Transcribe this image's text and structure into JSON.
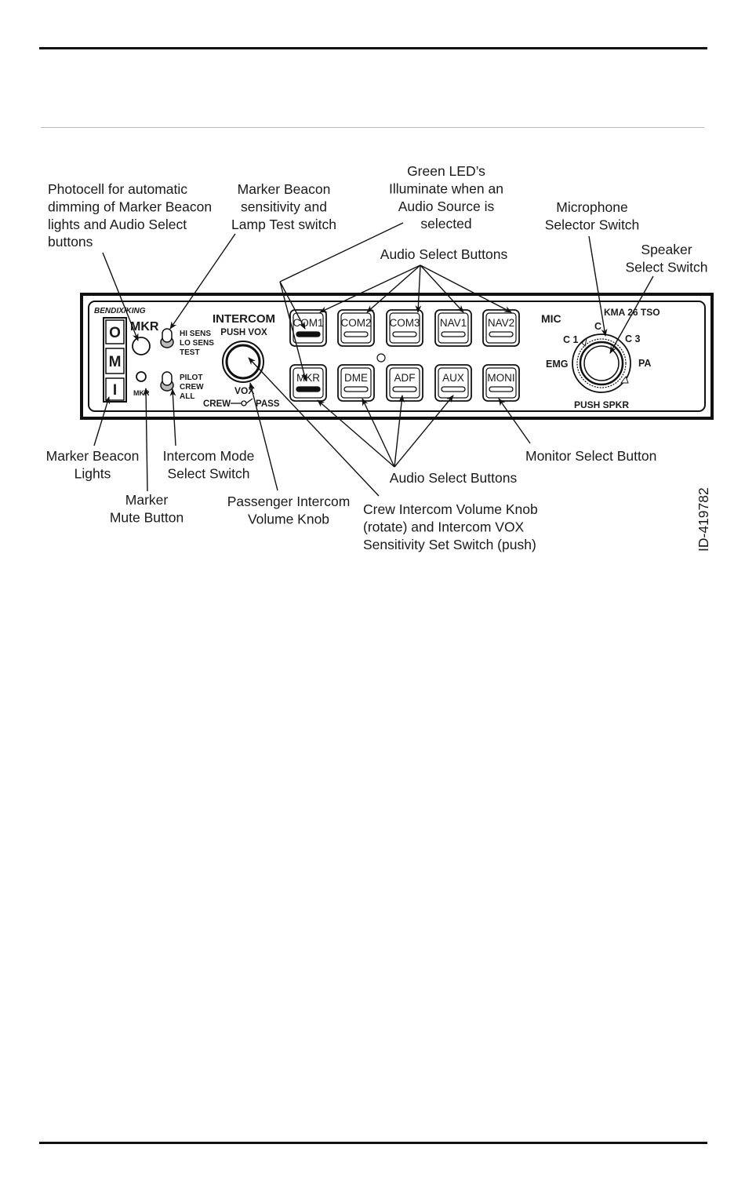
{
  "document": {
    "figure_id": "ID-419782"
  },
  "panel": {
    "brand": "BENDIX/KING",
    "model": "KMA 26 TSO",
    "marker_lights": [
      "O",
      "M",
      "I"
    ],
    "mkr_photocell_label": "MKR",
    "mkr_mute_label": "MKR",
    "sens_switch_positions": [
      "HI SENS",
      "LO SENS",
      "TEST"
    ],
    "intercom_switch_positions": [
      "PILOT",
      "CREW",
      "ALL"
    ],
    "intercom_title": "INTERCOM",
    "intercom_subtitle": "PUSH VOX",
    "vox_label": "VOX",
    "crew_label": "CREW",
    "pass_label": "PASS",
    "top_buttons": [
      "COM1",
      "COM2",
      "COM3",
      "NAV1",
      "NAV2"
    ],
    "bottom_buttons": [
      "MKR",
      "DME",
      "ADF",
      "AUX",
      "MONI"
    ],
    "active_buttons": [
      "COM1",
      "MKR"
    ],
    "mic_label": "MIC",
    "mic_positions": [
      "EMG",
      "C 1",
      "C 2",
      "C 3",
      "PA"
    ],
    "speaker_label": "PUSH SPKR"
  },
  "callouts": {
    "photocell": [
      "Photocell for automatic",
      "dimming of Marker Beacon",
      "lights and Audio Select",
      "buttons"
    ],
    "marker_sens": [
      "Marker Beacon",
      "sensitivity and",
      "Lamp Test switch"
    ],
    "green_led": [
      "Green LED’s",
      "Illuminate when an",
      "Audio Source is",
      "selected"
    ],
    "audio_select_top": [
      "Audio Select Buttons"
    ],
    "mic_selector": [
      "Microphone",
      "Selector Switch"
    ],
    "speaker_select": [
      "Speaker",
      "Select Switch"
    ],
    "marker_lights": [
      "Marker Beacon",
      "Lights"
    ],
    "intercom_mode": [
      "Intercom Mode",
      "Select Switch"
    ],
    "marker_mute": [
      "Marker",
      "Mute Button"
    ],
    "pass_volume": [
      "Passenger Intercom",
      "Volume Knob"
    ],
    "audio_select_bottom": [
      "Audio Select Buttons"
    ],
    "crew_volume": [
      "Crew Intercom Volume Knob",
      "(rotate) and Intercom VOX",
      "Sensitivity Set Switch (push)"
    ],
    "monitor_select": [
      "Monitor Select Button"
    ]
  }
}
